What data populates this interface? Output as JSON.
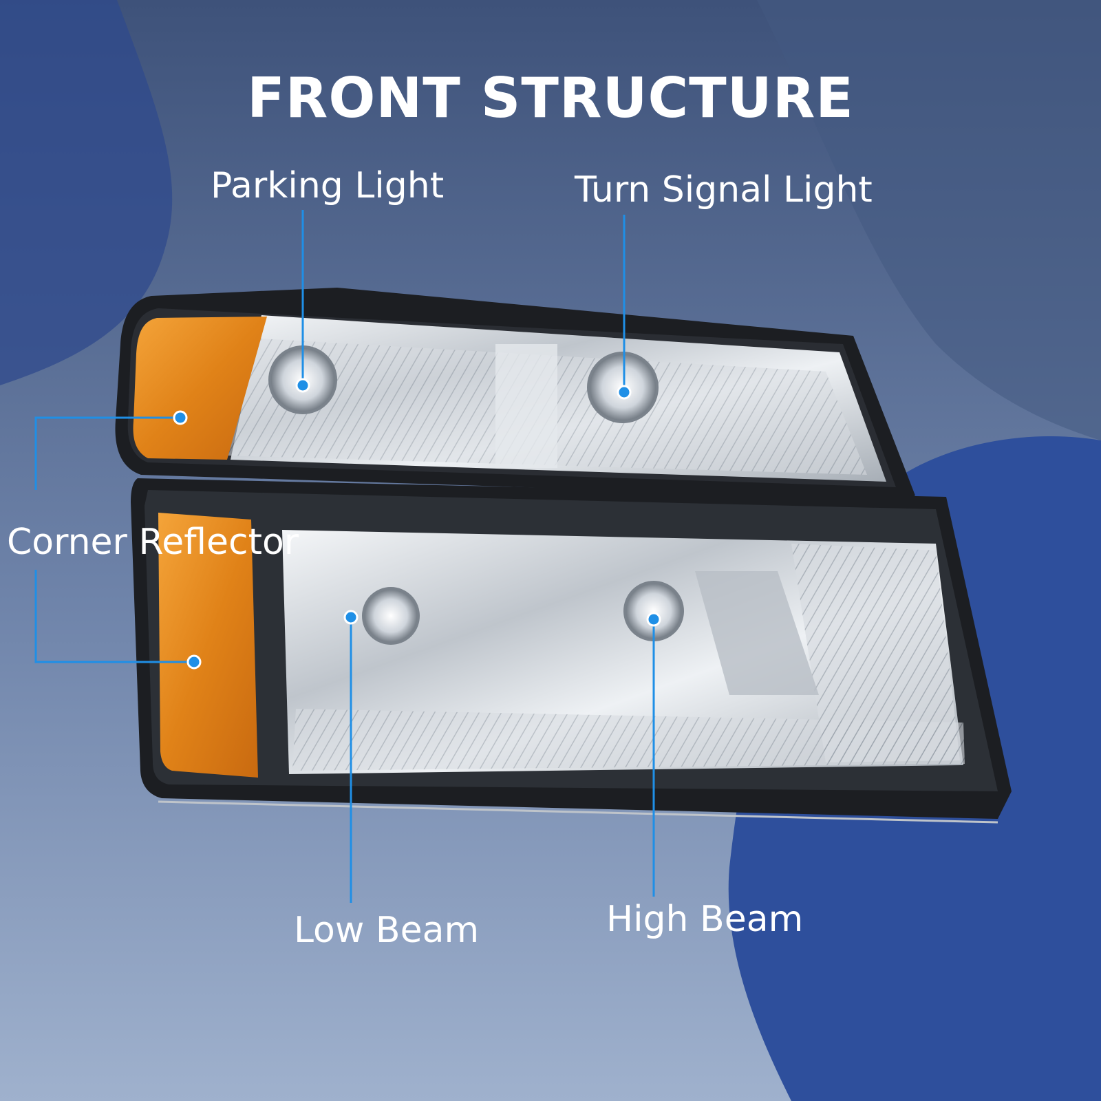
{
  "title": "FRONT STRUCTURE",
  "callouts": {
    "parking_light": "Parking Light",
    "turn_signal_light": "Turn Signal Light",
    "corner_reflector": "Corner Reflector",
    "low_beam": "Low Beam",
    "high_beam": "High Beam"
  },
  "colors": {
    "background_top": "#3d5580",
    "background_bottom": "#9aaecb",
    "accent_blue": "#2e4f9c",
    "callout_line": "#1f8fe6",
    "callout_dot": "#1f8fe6",
    "amber": "#e88a1c",
    "housing": "#1c1e22",
    "chrome": "#d9dde2"
  }
}
